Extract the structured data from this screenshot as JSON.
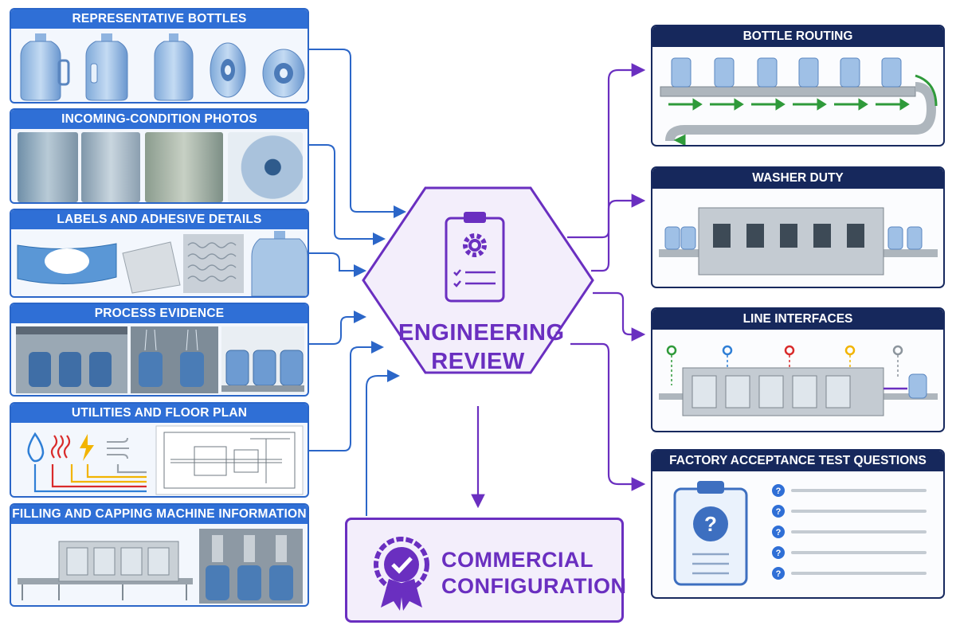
{
  "inputs": {
    "representative_bottles": "REPRESENTATIVE BOTTLES",
    "incoming_condition_photos": "INCOMING-CONDITION PHOTOS",
    "labels_adhesive": "LABELS AND ADHESIVE DETAILS",
    "process_evidence": "PROCESS EVIDENCE",
    "utilities_floor_plan": "UTILITIES AND FLOOR PLAN",
    "filling_capping": "FILLING AND CAPPING MACHINE INFORMATION"
  },
  "center": {
    "line1": "ENGINEERING",
    "line2": "REVIEW"
  },
  "commercial": {
    "line1": "COMMERCIAL",
    "line2": "CONFIGURATION"
  },
  "outputs": {
    "bottle_routing": "BOTTLE ROUTING",
    "washer_duty": "WASHER DUTY",
    "line_interfaces": "LINE INTERFACES",
    "fat_questions": "FACTORY ACCEPTANCE TEST QUESTIONS"
  },
  "icons": {
    "center": "clipboard-gear-icon",
    "commercial": "rosette-check-icon",
    "fat": "clipboard-question-icon",
    "utilities": [
      "water-drop-icon",
      "heat-icon",
      "power-icon",
      "air-icon"
    ]
  },
  "colors": {
    "input_blue": "#2f6fd6",
    "output_navy": "#16285c",
    "review_purple": "#6a2fc0",
    "flow_green": "#2f9a3a"
  }
}
